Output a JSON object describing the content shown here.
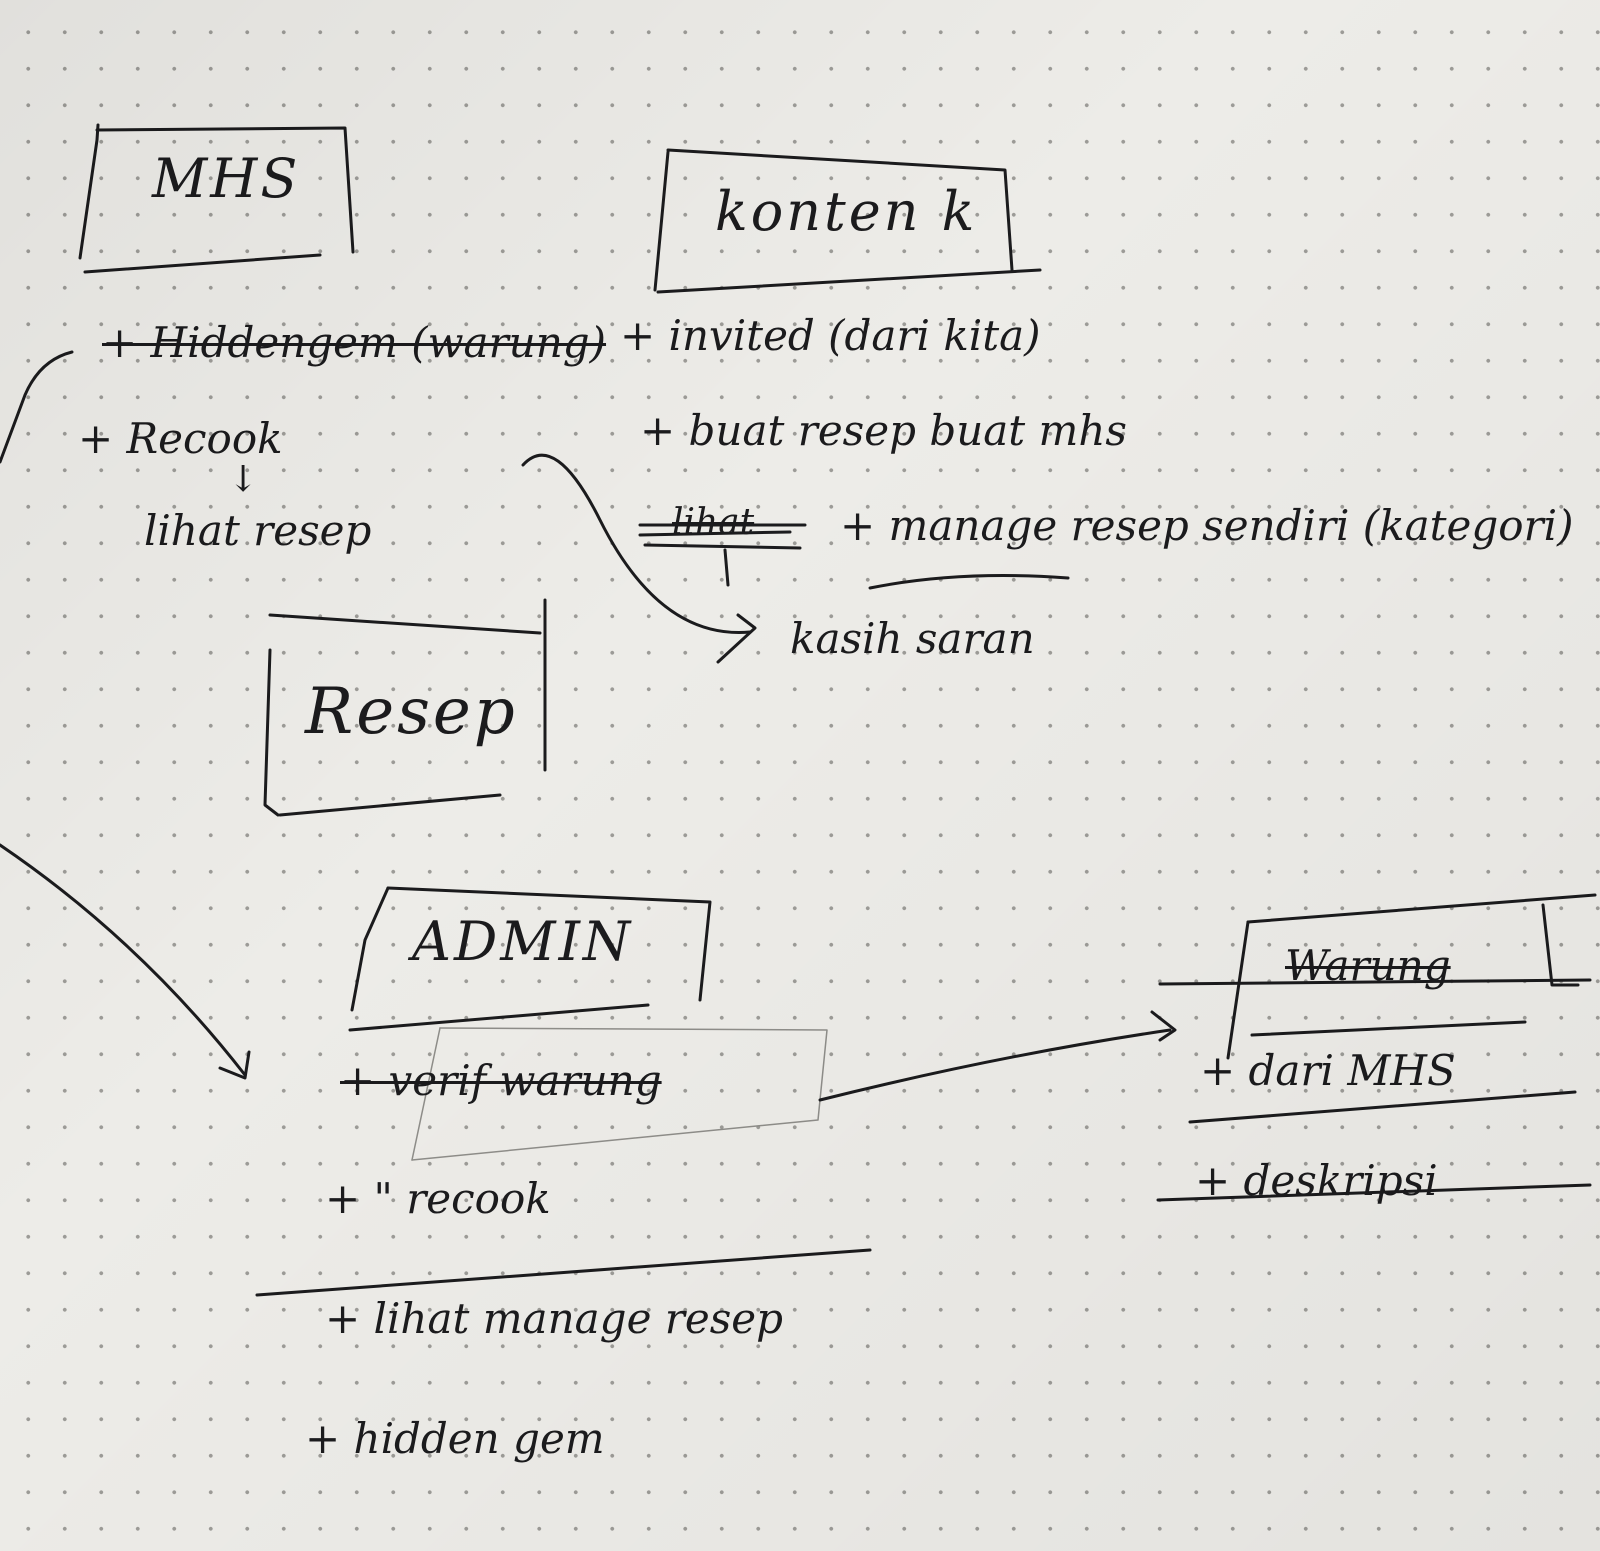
{
  "entities": {
    "mhs": {
      "title": "MHS",
      "items": [
        {
          "text": "+ Hiddengem (warung)"
        },
        {
          "text": "+ Recook"
        },
        {
          "text": "lihat resep"
        }
      ]
    },
    "konten_k": {
      "title": "konten k",
      "items": [
        {
          "text": "+ invited (dari kita)"
        },
        {
          "text": "+ buat resep buat mhs"
        },
        {
          "text": "lihat"
        },
        {
          "text": "+ manage resep sendiri (kategori)"
        },
        {
          "text": "kasih saran"
        }
      ]
    },
    "resep": {
      "title": "Resep"
    },
    "admin": {
      "title": "ADMIN",
      "items": [
        {
          "text": "+ verif warung"
        },
        {
          "text": "+ \" recook"
        },
        {
          "text": "+ lihat manage resep"
        },
        {
          "text": "+ hidden gem"
        }
      ]
    },
    "warung": {
      "title": "Warung",
      "items": [
        {
          "text": "+ dari MHS"
        },
        {
          "text": "+ deskripsi"
        }
      ]
    }
  }
}
